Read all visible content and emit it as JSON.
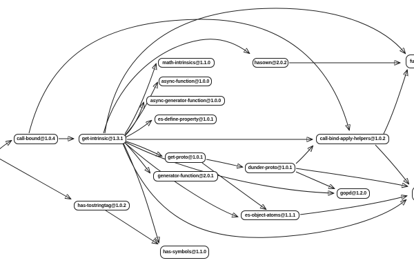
{
  "graph": {
    "background_color": "#ffffff",
    "edge_color": "#1d1d1d",
    "node_style": {
      "fill": "#ffffff",
      "stroke": "#1d1d1d",
      "text_color": "#111111"
    },
    "nodes": {
      "call_bound": {
        "label": "call-bound@1.0.4"
      },
      "get_intrinsic": {
        "label": "get-intrinsic@1.3.1"
      },
      "math_intrinsics": {
        "label": "math-intrinsics@1.1.0"
      },
      "async_function": {
        "label": "async-function@1.0.0"
      },
      "async_generator_function": {
        "label": "async-generator-function@1.0.0"
      },
      "es_define_property": {
        "label": "es-define-property@1.0.1"
      },
      "hasown": {
        "label": "hasown@2.0.2"
      },
      "fu_partial": {
        "label": "fu"
      },
      "call_bind_apply_helpers": {
        "label": "call-bind-apply-helpers@1.0.2"
      },
      "get_proto": {
        "label": "get-proto@1.0.1"
      },
      "generator_function": {
        "label": "generator-function@2.0.1"
      },
      "dunder_proto": {
        "label": "dunder-proto@1.0.1"
      },
      "gopd": {
        "label": "gopd@1.2.0"
      },
      "es_object_atoms": {
        "label": "es-object-atoms@1.1.1"
      },
      "has_tostringtag": {
        "label": "has-tostringtag@1.0.2"
      },
      "has_symbols": {
        "label": "has-symbols@1.1.0"
      },
      "right_edge_partial": {
        "label": ""
      }
    },
    "edges": [
      {
        "from": "offscreen-left",
        "to": "call-bound"
      },
      {
        "from": "offscreen-left",
        "to": "has-tostringtag"
      },
      {
        "from": "call-bound",
        "to": "get-intrinsic"
      },
      {
        "from": "call-bound",
        "to": "call-bind-apply-helpers"
      },
      {
        "from": "get-intrinsic",
        "to": "fu-partial"
      },
      {
        "from": "get-intrinsic",
        "to": "hasown"
      },
      {
        "from": "get-intrinsic",
        "to": "math-intrinsics"
      },
      {
        "from": "get-intrinsic",
        "to": "async-function"
      },
      {
        "from": "get-intrinsic",
        "to": "async-generator-function"
      },
      {
        "from": "get-intrinsic",
        "to": "es-define-property"
      },
      {
        "from": "get-intrinsic",
        "to": "call-bind-apply-helpers"
      },
      {
        "from": "get-intrinsic",
        "to": "get-proto"
      },
      {
        "from": "get-intrinsic",
        "to": "generator-function"
      },
      {
        "from": "get-intrinsic",
        "to": "gopd"
      },
      {
        "from": "get-intrinsic",
        "to": "es-object-atoms"
      },
      {
        "from": "get-intrinsic",
        "to": "has-symbols"
      },
      {
        "from": "get-intrinsic",
        "to": "right-edge-partial"
      },
      {
        "from": "hasown",
        "to": "fu-partial"
      },
      {
        "from": "get-proto",
        "to": "dunder-proto"
      },
      {
        "from": "get-proto",
        "to": "es-object-atoms"
      },
      {
        "from": "dunder-proto",
        "to": "call-bind-apply-helpers"
      },
      {
        "from": "dunder-proto",
        "to": "gopd"
      },
      {
        "from": "dunder-proto",
        "to": "right-edge-partial"
      },
      {
        "from": "call-bind-apply-helpers",
        "to": "fu-partial"
      },
      {
        "from": "call-bind-apply-helpers",
        "to": "right-edge-partial"
      },
      {
        "from": "es-object-atoms",
        "to": "right-edge-partial"
      },
      {
        "from": "has-tostringtag",
        "to": "has-symbols"
      }
    ]
  }
}
